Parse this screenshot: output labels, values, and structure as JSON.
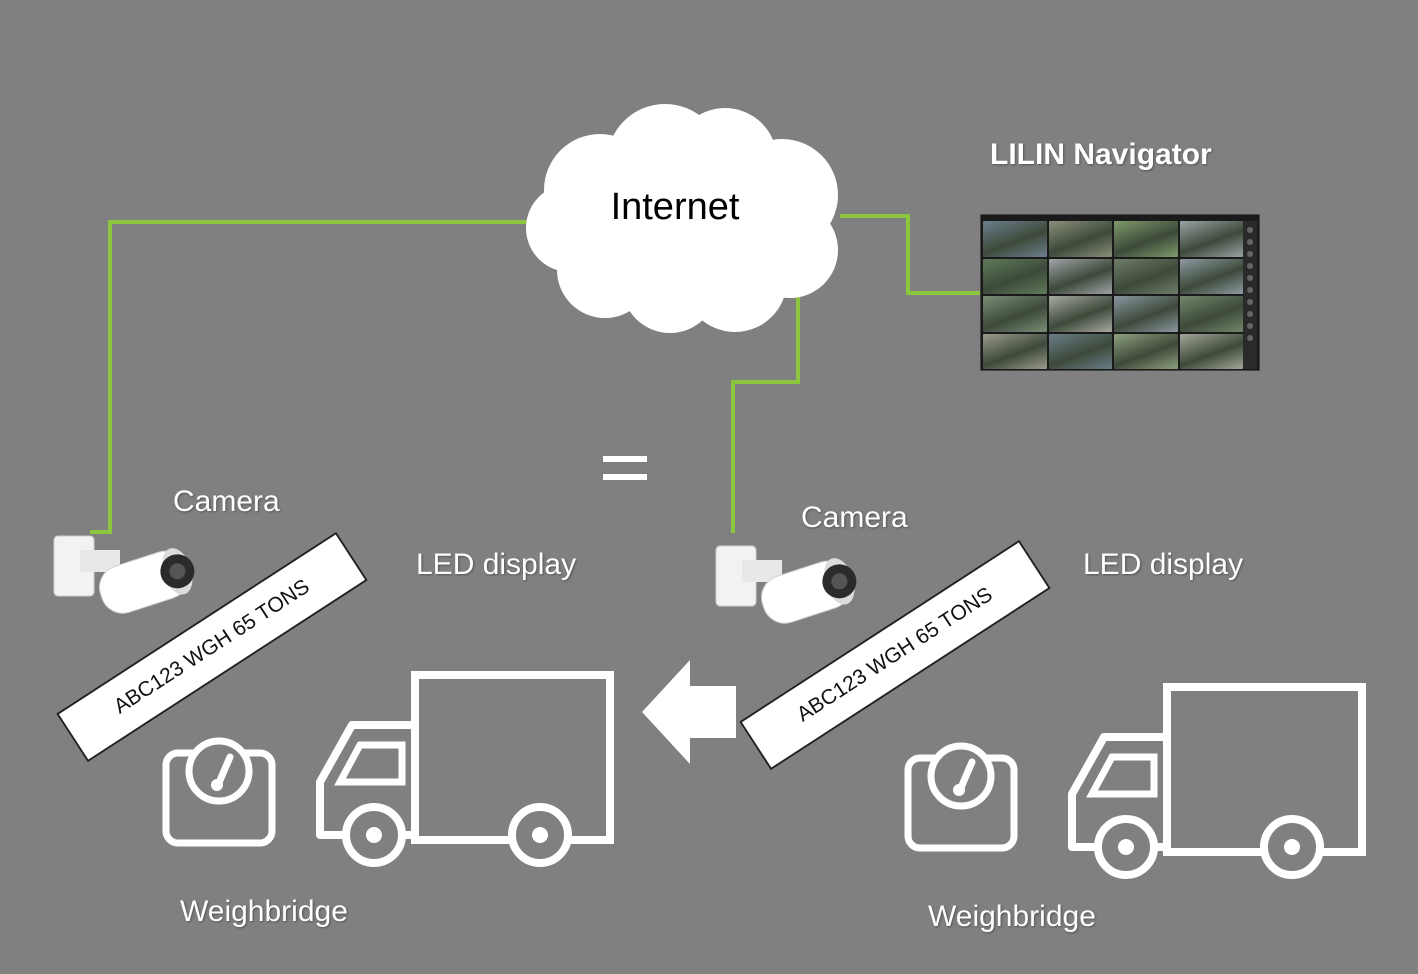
{
  "internet": {
    "label": "Internet"
  },
  "navigator": {
    "title": "LILIN Navigator"
  },
  "left_station": {
    "camera_label": "Camera",
    "led_label": "LED display",
    "led_text": "ABC123 WGH 65 TONS",
    "weighbridge_label": "Weighbridge"
  },
  "right_station": {
    "camera_label": "Camera",
    "led_label": "LED display",
    "led_text": "ABC123 WGH 65 TONS",
    "weighbridge_label": "Weighbridge"
  },
  "equals_symbol": "=",
  "colors": {
    "background": "#808080",
    "wire": "#8cc63f",
    "outline": "#ffffff",
    "cloud": "#ffffff"
  },
  "monitor_tiles": [
    "#6d7f8e",
    "#8a8f7a",
    "#7f9a6a",
    "#9aa3a6",
    "#5f7a5a",
    "#a0a4a8",
    "#6f7d6a",
    "#8e9aa2",
    "#7a8e76",
    "#a7aaa0",
    "#8b96a0",
    "#74876b",
    "#9c9c8c",
    "#6b7d88",
    "#8fa07e",
    "#a3a79a"
  ]
}
